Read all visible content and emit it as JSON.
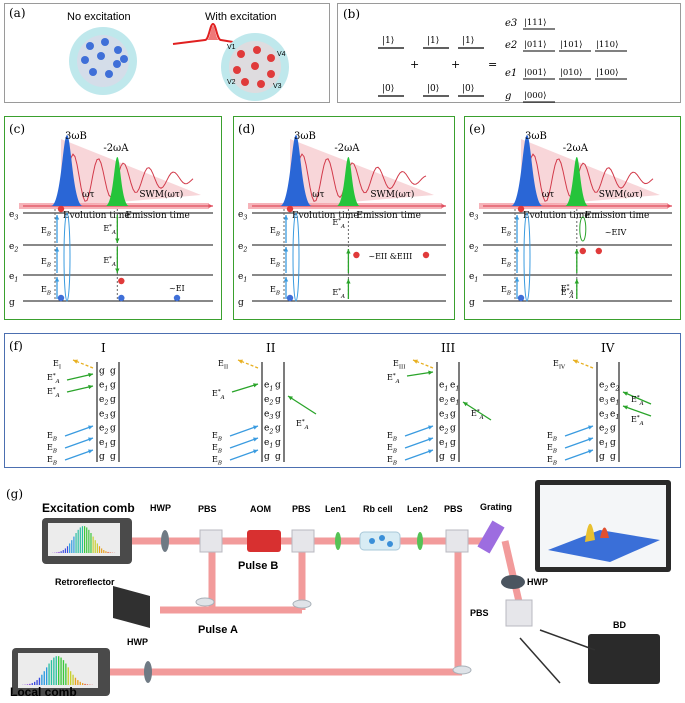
{
  "panel_a": {
    "tag": "(a)",
    "left_label": "No excitation",
    "right_label": "With excitation",
    "atom_labels": [
      "V1",
      "V2",
      "V3",
      "V4"
    ]
  },
  "panel_b": {
    "tag": "(b)",
    "atom_upper": "|1⟩",
    "atom_lower": "|0⟩",
    "plus": "+",
    "equals": "=",
    "levels": [
      {
        "name": "e3",
        "states": [
          "|111⟩"
        ]
      },
      {
        "name": "e2",
        "states": [
          "|011⟩",
          "|101⟩",
          "|110⟩"
        ]
      },
      {
        "name": "e1",
        "states": [
          "|001⟩",
          "|010⟩",
          "|100⟩"
        ]
      },
      {
        "name": "g",
        "states": [
          "|000⟩"
        ]
      }
    ]
  },
  "timeline": {
    "pump_label": "3ωB",
    "probe_label": "-2ωA",
    "tau_label": "ωτ",
    "swm_label": "SWM(ωτ)",
    "evolution_label": "Evolution time",
    "emission_label": "Emission time",
    "level_labels": [
      "e3",
      "e2",
      "e1",
      "g"
    ],
    "eb": "EB",
    "ea": "E*A"
  },
  "panel_c": {
    "tag": "(c)",
    "note": "~EI"
  },
  "panel_d": {
    "tag": "(d)",
    "note": "~EII &EIII"
  },
  "panel_e": {
    "tag": "(e)",
    "note": "~EIV"
  },
  "panel_f": {
    "tag": "(f)",
    "diagrams": [
      {
        "roman": "I",
        "out": "EI",
        "left": [
          "g",
          "e1",
          "e2",
          "e3",
          "e2",
          "e1",
          "g"
        ],
        "right": [
          "g",
          "g",
          "g",
          "g",
          "g",
          "g",
          "g"
        ]
      },
      {
        "roman": "II",
        "out": "EII",
        "left": [
          "e1",
          "e2",
          "e3",
          "e2",
          "e1",
          "g"
        ],
        "right": [
          "g",
          "g",
          "g",
          "g",
          "g",
          "g"
        ]
      },
      {
        "roman": "III",
        "out": "EIII",
        "left": [
          "e1",
          "e2",
          "e3",
          "e2",
          "e1",
          "g"
        ],
        "right": [
          "e1",
          "e1",
          "g",
          "g",
          "g",
          "g"
        ]
      },
      {
        "roman": "IV",
        "out": "EIV",
        "left": [
          "e2",
          "e3",
          "e3",
          "e2",
          "e1",
          "g"
        ],
        "right": [
          "e2",
          "e1",
          "e1",
          "g",
          "g",
          "g"
        ]
      }
    ]
  },
  "panel_g": {
    "tag": "(g)",
    "labels": {
      "excitation_comb": "Excitation comb",
      "local_comb": "Local comb",
      "retroreflector": "Retroreflector",
      "hwp": "HWP",
      "pbs": "PBS",
      "aom": "AOM",
      "pulse_b": "Pulse B",
      "pulse_a": "Pulse A",
      "len1": "Len1",
      "len2": "Len2",
      "rb_cell": "Rb cell",
      "grating": "Grating",
      "bd": "BD"
    }
  },
  "colors": {
    "panel_border": "#999999",
    "green_border": "#3aa02e",
    "blue_border": "#4c6fb0",
    "beam": "#f08a8a",
    "pump_blue": "#2a66d6",
    "probe_green": "#25c43a",
    "arrow_blue": "#3a9be0",
    "arrow_green": "#2aa42a",
    "arrow_yellow": "#e8b021"
  }
}
